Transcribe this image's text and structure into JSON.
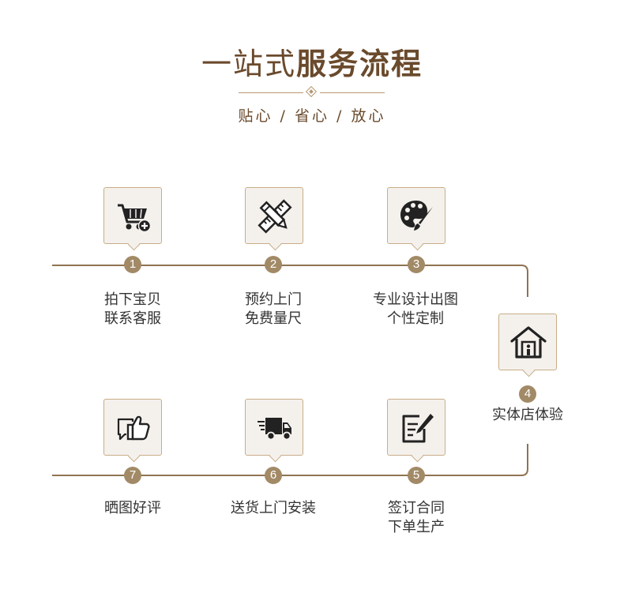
{
  "header": {
    "title_light": "一站式",
    "title_bold": "服务流程",
    "subtitle": "贴心 / 省心 / 放心"
  },
  "steps": [
    {
      "number": "1",
      "icon": "shopping-cart-add-icon",
      "line1": "拍下宝贝",
      "line2": "联系客服"
    },
    {
      "number": "2",
      "icon": "pencil-ruler-icon",
      "line1": "预约上门",
      "line2": "免费量尺"
    },
    {
      "number": "3",
      "icon": "paint-palette-icon",
      "line1": "专业设计出图",
      "line2": "个性定制"
    },
    {
      "number": "4",
      "icon": "house-icon",
      "line1": "实体店体验",
      "line2": ""
    },
    {
      "number": "5",
      "icon": "contract-sign-icon",
      "line1": "签订合同",
      "line2": "下单生产"
    },
    {
      "number": "6",
      "icon": "delivery-truck-icon",
      "line1": "送货上门安装",
      "line2": ""
    },
    {
      "number": "7",
      "icon": "thumbs-up-chat-icon",
      "line1": "晒图好评",
      "line2": ""
    }
  ],
  "colors": {
    "brand_brown": "#6a4a2c",
    "accent_gold": "#a28a67",
    "box_border": "#c9ad86",
    "box_fill": "#f4f1ed"
  }
}
